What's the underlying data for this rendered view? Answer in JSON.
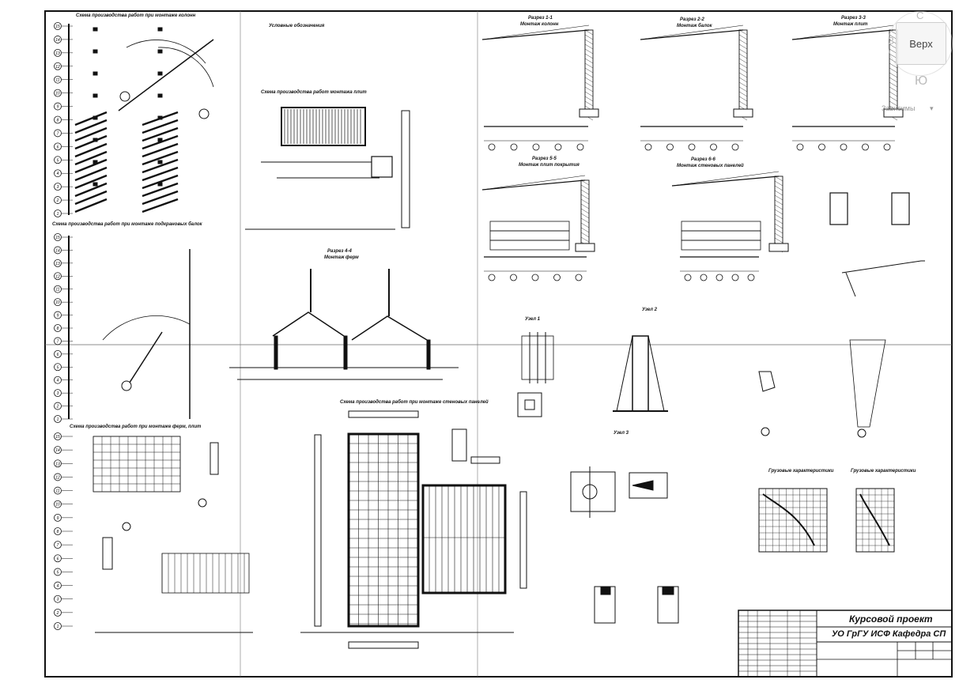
{
  "sheet": {
    "title_course": "Курсовой проект",
    "title_org": "УО ГрГУ ИСФ Кафедра СП"
  },
  "viewcube": {
    "face_label": "Верх",
    "dir_north": "С",
    "dir_south": "Ю",
    "dir_west": "З",
    "wcs_label": "Зависимы",
    "dropdown_glyph": "▾"
  },
  "sections": {
    "plan_tower_crane": "Схема производства работ при монтаже колонн",
    "plan_crawler_crane": "Схема производства работ при монтаже подкрановых балок",
    "plan_truss": "Схема производства работ при монтаже ферм, плит",
    "plan_wall_panels": "Схема производства работ при монтаже стеновых панелей",
    "plan_roof": "Схема производства работ монтажа плит",
    "legend_title": "Условные обозначения",
    "cut_1_1": "Разрез 1-1",
    "cut_1_1_sub": "Монтаж колонн",
    "cut_2_2": "Разрез 2-2",
    "cut_2_2_sub": "Монтаж балок",
    "cut_3_3": "Разрез 3-3",
    "cut_3_3_sub": "Монтаж плит",
    "cut_4_4": "Разрез 4-4",
    "cut_4_4_sub": "Монтаж ферм",
    "cut_5_5": "Разрез 5-5",
    "cut_5_5_sub": "Монтаж плит покрытия",
    "cut_6_6": "Разрез 6-6",
    "cut_6_6_sub": "Монтаж стеновых панелей",
    "node_1": "Узел 1",
    "node_2": "Узел 2",
    "node_3": "Узел 3",
    "graph_1": "Грузовые характеристики",
    "graph_2": "Грузовые характеристики"
  },
  "axes": {
    "rows": [
      "15",
      "14",
      "13",
      "12",
      "11",
      "10",
      "9",
      "8",
      "7",
      "6",
      "5",
      "4",
      "3",
      "2",
      "1"
    ]
  }
}
